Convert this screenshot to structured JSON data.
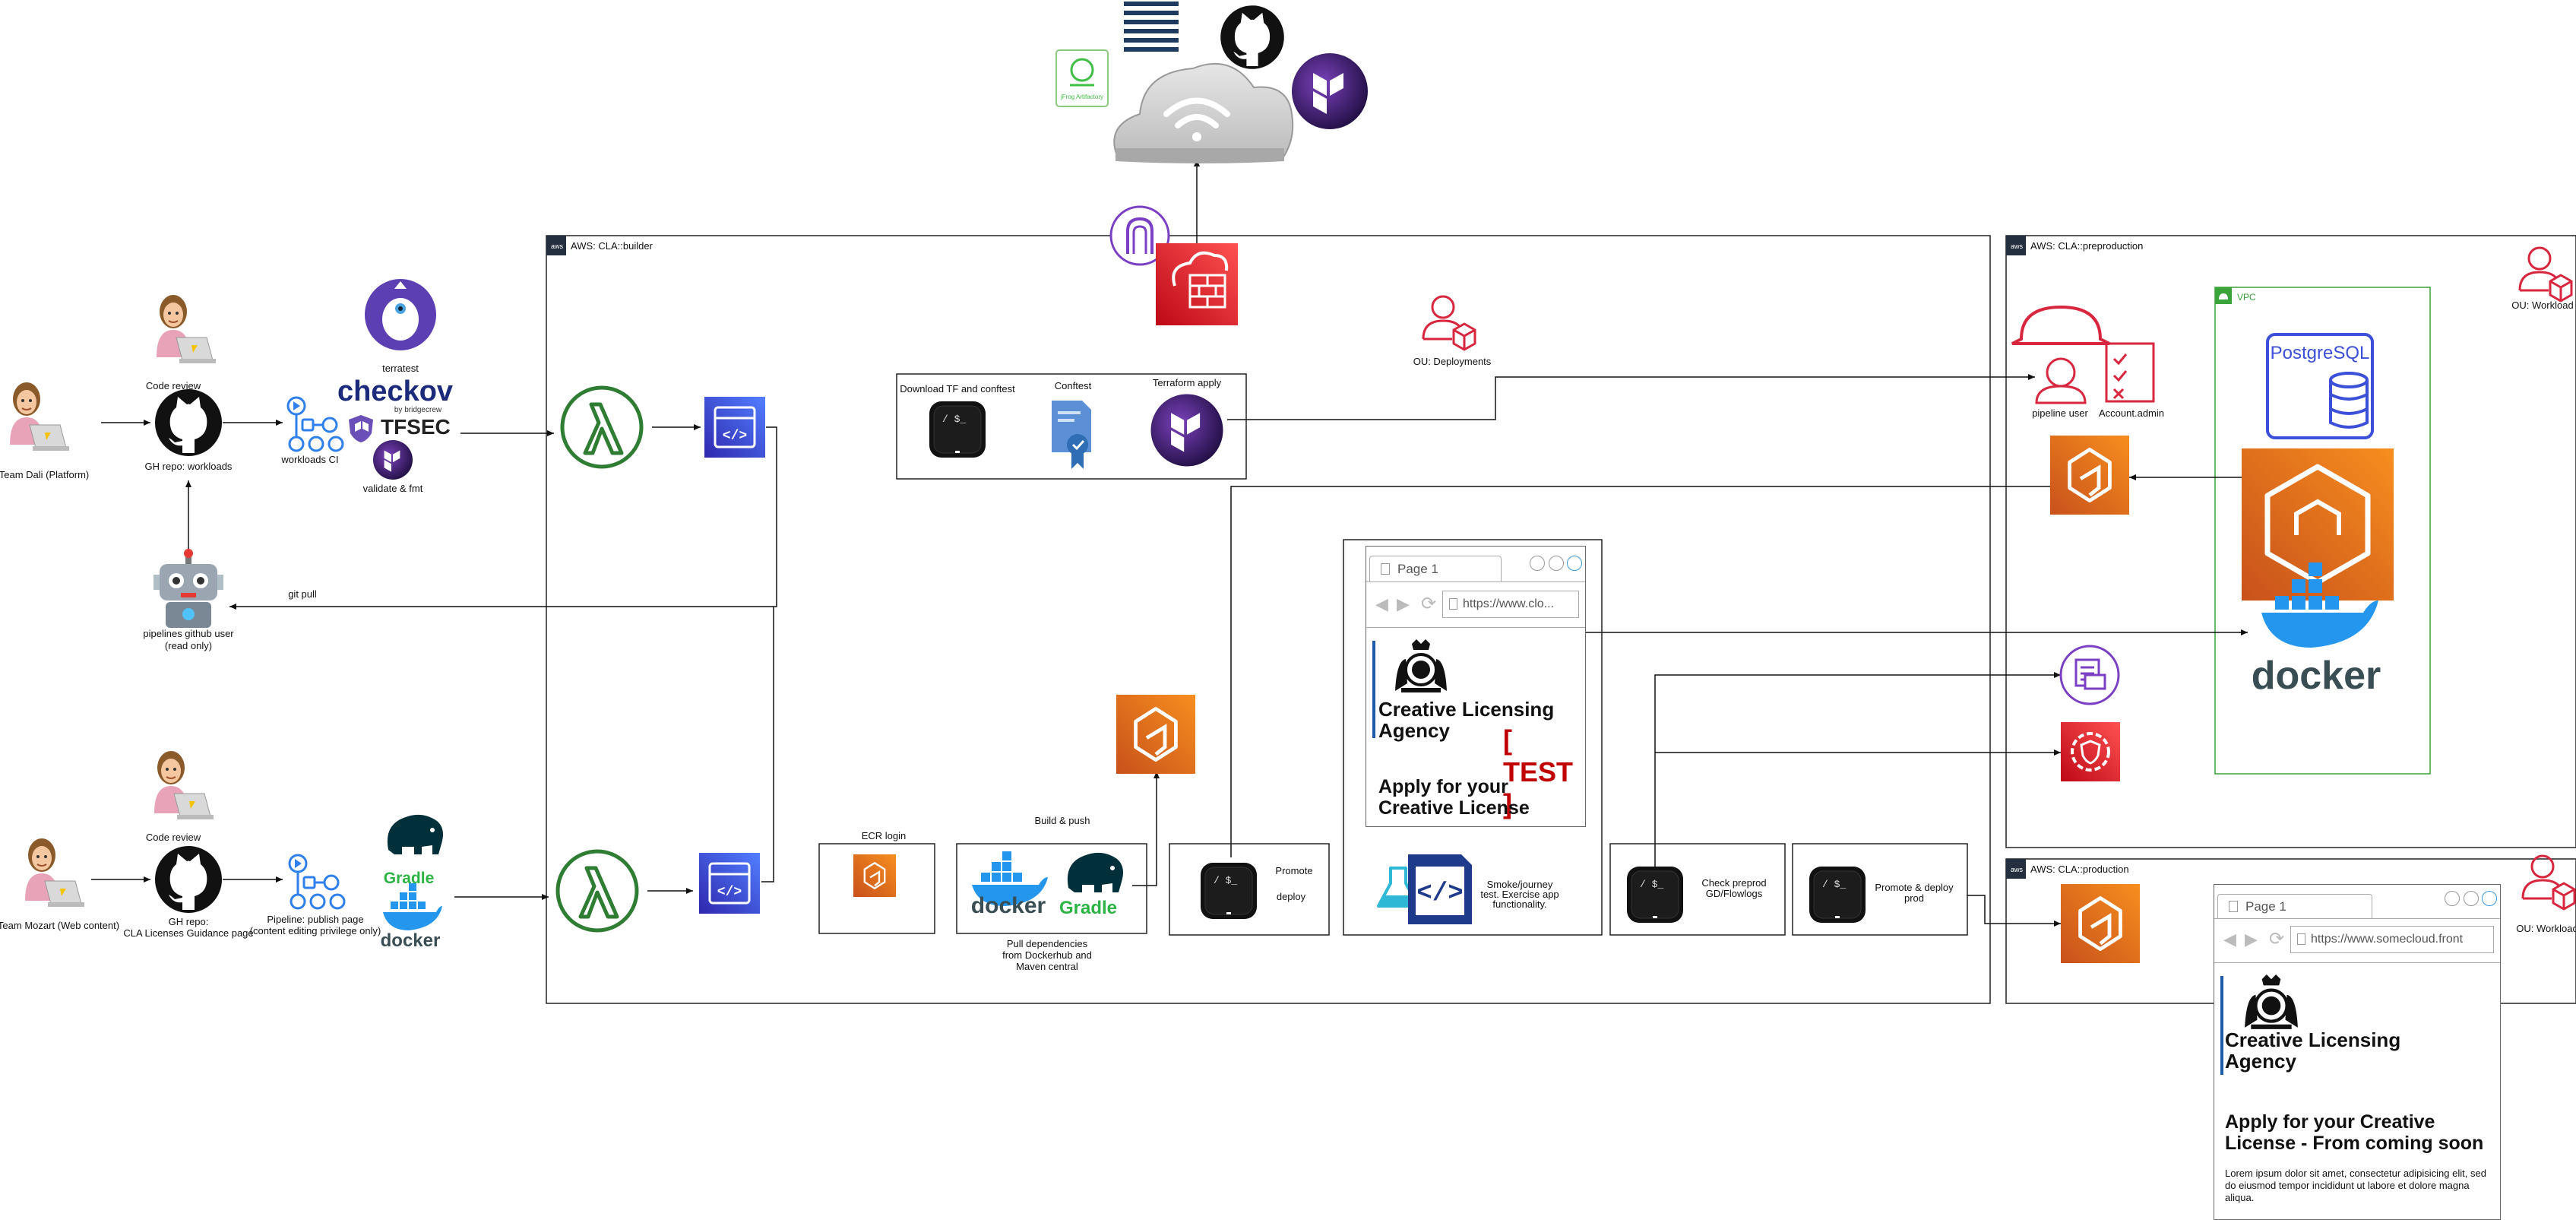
{
  "accounts": {
    "builder": "AWS: CLA::builder",
    "preproduction": "AWS: CLA::preproduction",
    "production": "AWS: CLA::production",
    "vpc": "VPC"
  },
  "people": {
    "team_dali": "Team Dali (Platform)",
    "team_mozart": "Team Mozart (Web content)",
    "code_review_1": "Code review",
    "code_review_2": "Code review"
  },
  "repos": {
    "workloads": "GH repo: workloads",
    "cla_line1": "GH repo:",
    "cla_line2": "CLA Licenses Guidance page"
  },
  "ci": {
    "workloads_ci": "workloads CI",
    "publish_line1": "Pipeline: publish page",
    "publish_line2": "(content editing privilege only)",
    "terratest": "terratest",
    "checkov": "checkov",
    "checkov_by": "by bridgecrew",
    "tfsec": "TFSEC",
    "validate": "validate & fmt",
    "gradle": "Gradle",
    "docker": "docker"
  },
  "bot": {
    "line1": "pipelines github user",
    "line2": "(read only)",
    "git_pull": "git pull"
  },
  "cloud": {
    "jfrog": "jFrog Artifactory"
  },
  "builder": {
    "ou_deployments": "OU: Deployments",
    "download_tf": "Download TF and conftest",
    "conftest": "Conftest",
    "terraform_apply": "Terraform apply",
    "ecr_login": "ECR login",
    "build_push": "Build & push",
    "pull_deps_1": "Pull dependencies",
    "pull_deps_2": "from Dockerhub and",
    "pull_deps_3": "Maven central",
    "promote": "Promote",
    "deploy": "deploy",
    "smoke_1": "Smoke/journey",
    "smoke_2": "test. Exercise app",
    "smoke_3": "functionality.",
    "check_preprod_1": "Check preprod",
    "check_preprod_2": "GD/Flowlogs",
    "promote_prod_1": "Promote & deploy",
    "promote_prod_2": "prod",
    "terminal_prompt": "/ $_"
  },
  "preprod": {
    "pipeline_user": "pipeline user",
    "account_admin": "Account.admin",
    "ou_workload": "OU: Workload",
    "postgres": "PostgreSQL",
    "docker": "docker"
  },
  "prod": {
    "ou_workload": "OU: Workload"
  },
  "browser_test": {
    "tab": "Page 1",
    "url": "https://www.clo...",
    "agency_1": "Creative Licensing",
    "agency_2": "Agency",
    "badge": "[ TEST ]",
    "apply_1": "Apply for your",
    "apply_2": "Creative License"
  },
  "browser_prod": {
    "tab": "Page 1",
    "url": "https://www.somecloud.front",
    "agency_1": "Creative Licensing",
    "agency_2": "Agency",
    "apply_1": "Apply for your Creative",
    "apply_2": "License - From coming soon",
    "lorem": "Lorem ipsum dolor sit amet, consectetur adipisicing elit, sed do eiusmod tempor incididunt ut labore et dolore magna aliqua."
  },
  "colors": {
    "lambda_green": "#2e7d32",
    "aws_blue": "#3b4fd8",
    "aws_orange": "#e8711f",
    "aws_red": "#d7263d",
    "purple": "#7b3fc4",
    "vpc_green": "#3aa33a",
    "dark_frame": "#232f3e",
    "test_red": "#c00000"
  }
}
